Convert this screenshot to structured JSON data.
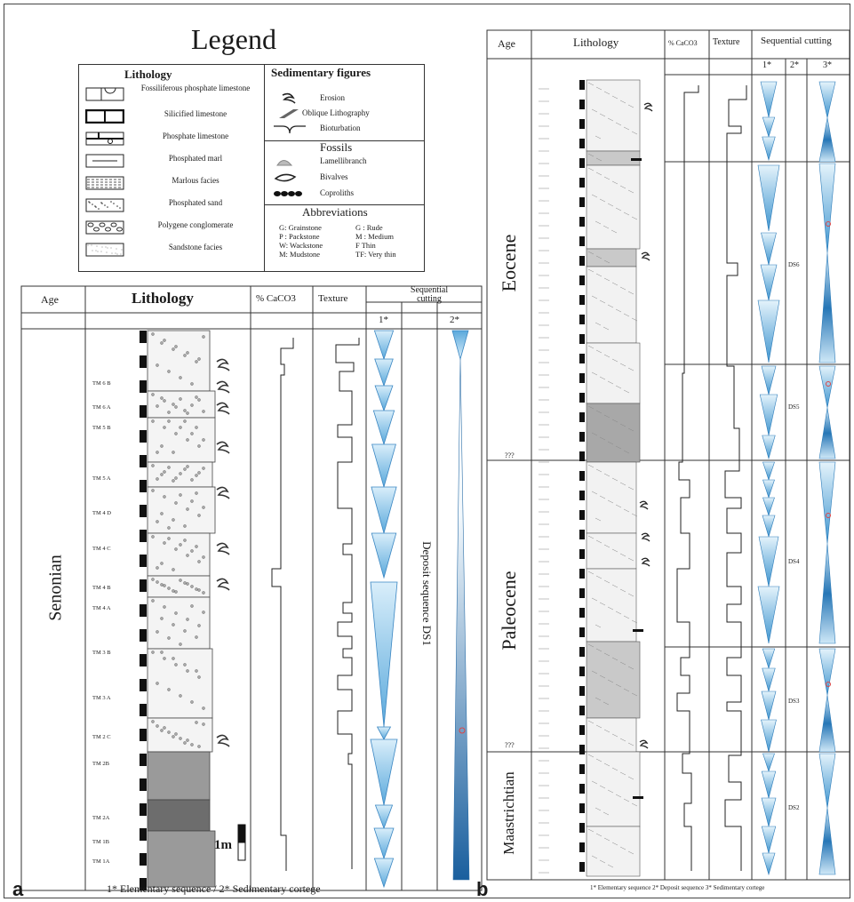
{
  "legend": {
    "title": "Legend",
    "lithology_header": "Lithology",
    "lithology_items": [
      {
        "label": "Fossiliferous phosphate limestone",
        "icon": "fossiliferous-phosphate-limestone"
      },
      {
        "label": "Silicified limestone",
        "icon": "silicified-limestone"
      },
      {
        "label": "Phosphate limestone",
        "icon": "phosphate-limestone"
      },
      {
        "label": "Phosphated marl",
        "icon": "phosphated-marl"
      },
      {
        "label": "Marlous facies",
        "icon": "marlous-facies"
      },
      {
        "label": "Phosphated sand",
        "icon": "phosphated-sand"
      },
      {
        "label": "Polygene conglomerate",
        "icon": "polygene-conglomerate"
      },
      {
        "label": "Sandstone facies",
        "icon": "sandstone-facies"
      }
    ],
    "sedimentary_header": "Sedimentary figures",
    "sedimentary_items": [
      {
        "label": "Erosion",
        "icon": "erosion"
      },
      {
        "label": "Oblique Lithography",
        "icon": "oblique-lithography"
      },
      {
        "label": "Bioturbation",
        "icon": "bioturbation"
      }
    ],
    "fossils_header": "Fossils",
    "fossils_items": [
      {
        "label": "Lamellibranch",
        "icon": "lamellibranch"
      },
      {
        "label": "Bivalves",
        "icon": "bivalves"
      },
      {
        "label": "Coproliths",
        "icon": "coproliths"
      }
    ],
    "abbrev_header": "Abbreviations",
    "abbrev_rows": [
      [
        "G: Grainstone",
        "G : Rude"
      ],
      [
        "P : Packstone",
        "M : Medium"
      ],
      [
        "W: Wackstone",
        "F    Thin"
      ],
      [
        "M: Mudstone",
        "TF: Very thin"
      ]
    ]
  },
  "panel_a": {
    "letter": "a",
    "headers": {
      "age": "Age",
      "lithology": "Lithology",
      "caco3": "% CaCO3",
      "texture": "Texture",
      "seq": "Sequential cutting",
      "seq1": "1*",
      "seq2": "2*"
    },
    "age_label": "Senonian",
    "deposit_label": "Deposit sequence DS1",
    "scale_label": "1m",
    "caption": "1* Elementary sequence  / 2* Sedimentary cortege",
    "samples": [
      "TM 6 B",
      "TM 6 A",
      "TM 5 B",
      "TM 5 A",
      "TM 4 D",
      "TM 4 C",
      "TM 4 B",
      "TM 4 A",
      "TM 3 B",
      "TM 3 A",
      "TM 2 C",
      "TM 2B",
      "TM 2A",
      "TM 1B",
      "TM 1A"
    ]
  },
  "panel_b": {
    "letter": "b",
    "headers": {
      "age": "Age",
      "lithology": "Lithology",
      "caco3": "% CaCO3",
      "texture": "Texture",
      "seq": "Sequential cutting",
      "seq1": "1*",
      "seq2": "2*",
      "seq3": "3*"
    },
    "ages": [
      "Eocene",
      "Paleocene",
      "Maastrichtian"
    ],
    "sequences": [
      "DS6",
      "DS5",
      "DS4",
      "DS3",
      "DS2"
    ],
    "question_marks": [
      "???",
      "???"
    ],
    "caption": "1* Elementary sequence  2* Deposit sequence  3* Sedimentary cortege"
  },
  "colors": {
    "blue_dark": "#1a5f9e",
    "blue_mid": "#5aa9dc",
    "blue_light": "#dff0fa",
    "ink": "#1a1a1a"
  }
}
